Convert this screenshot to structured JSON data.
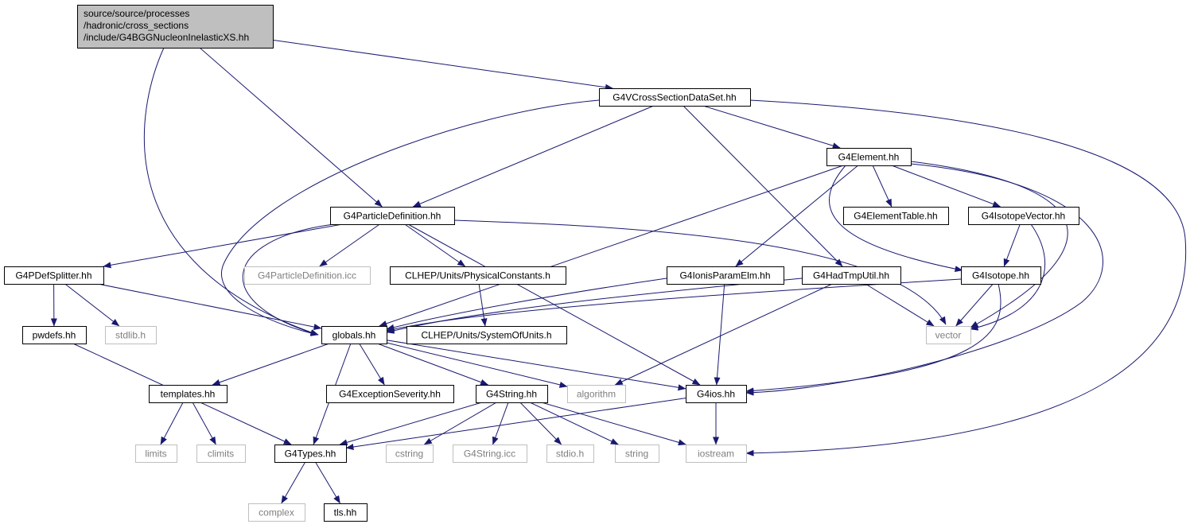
{
  "colors": {
    "edge": "#191970",
    "root_fill": "#bfbfbf",
    "box_fill": "#ffffff",
    "solid_border": "#000000",
    "system_border": "#bfbfbf",
    "system_text": "#7f7f7f",
    "text": "#000000"
  },
  "nodes": [
    {
      "id": "root",
      "lines": [
        "source/source/processes",
        "/hadronic/cross_sections",
        "/include/G4BGGNucleonInelasticXS.hh"
      ],
      "kind": "root"
    },
    {
      "id": "vcross",
      "lines": [
        "G4VCrossSectionDataSet.hh"
      ],
      "kind": "file"
    },
    {
      "id": "element",
      "lines": [
        "G4Element.hh"
      ],
      "kind": "file"
    },
    {
      "id": "partdef",
      "lines": [
        "G4ParticleDefinition.hh"
      ],
      "kind": "file"
    },
    {
      "id": "elemtable",
      "lines": [
        "G4ElementTable.hh"
      ],
      "kind": "file"
    },
    {
      "id": "isovec",
      "lines": [
        "G4IsotopeVector.hh"
      ],
      "kind": "file"
    },
    {
      "id": "pdefsplit",
      "lines": [
        "G4PDefSplitter.hh"
      ],
      "kind": "file"
    },
    {
      "id": "partdeficc",
      "lines": [
        "G4ParticleDefinition.icc"
      ],
      "kind": "system"
    },
    {
      "id": "physconst",
      "lines": [
        "CLHEP/Units/PhysicalConstants.h"
      ],
      "kind": "file"
    },
    {
      "id": "ionis",
      "lines": [
        "G4IonisParamElm.hh"
      ],
      "kind": "file"
    },
    {
      "id": "hadtmp",
      "lines": [
        "G4HadTmpUtil.hh"
      ],
      "kind": "file"
    },
    {
      "id": "isotope",
      "lines": [
        "G4Isotope.hh"
      ],
      "kind": "file"
    },
    {
      "id": "pwdefs",
      "lines": [
        "pwdefs.hh"
      ],
      "kind": "file"
    },
    {
      "id": "stdlib",
      "lines": [
        "stdlib.h"
      ],
      "kind": "system"
    },
    {
      "id": "globals",
      "lines": [
        "globals.hh"
      ],
      "kind": "file"
    },
    {
      "id": "sysunits",
      "lines": [
        "CLHEP/Units/SystemOfUnits.h"
      ],
      "kind": "file"
    },
    {
      "id": "vector",
      "lines": [
        "vector"
      ],
      "kind": "system"
    },
    {
      "id": "templates",
      "lines": [
        "templates.hh"
      ],
      "kind": "file"
    },
    {
      "id": "excsev",
      "lines": [
        "G4ExceptionSeverity.hh"
      ],
      "kind": "file"
    },
    {
      "id": "g4string",
      "lines": [
        "G4String.hh"
      ],
      "kind": "file"
    },
    {
      "id": "algorithm",
      "lines": [
        "algorithm"
      ],
      "kind": "system"
    },
    {
      "id": "g4ios",
      "lines": [
        "G4ios.hh"
      ],
      "kind": "file"
    },
    {
      "id": "limits",
      "lines": [
        "limits"
      ],
      "kind": "system"
    },
    {
      "id": "climits",
      "lines": [
        "climits"
      ],
      "kind": "system"
    },
    {
      "id": "g4types",
      "lines": [
        "G4Types.hh"
      ],
      "kind": "file"
    },
    {
      "id": "cstring",
      "lines": [
        "cstring"
      ],
      "kind": "system"
    },
    {
      "id": "g4stringicc",
      "lines": [
        "G4String.icc"
      ],
      "kind": "system"
    },
    {
      "id": "stdioh",
      "lines": [
        "stdio.h"
      ],
      "kind": "system"
    },
    {
      "id": "string",
      "lines": [
        "string"
      ],
      "kind": "system"
    },
    {
      "id": "iostream",
      "lines": [
        "iostream"
      ],
      "kind": "system"
    },
    {
      "id": "complex",
      "lines": [
        "complex"
      ],
      "kind": "system"
    },
    {
      "id": "tls",
      "lines": [
        "tls.hh"
      ],
      "kind": "file"
    }
  ],
  "edges": [
    [
      "root",
      "vcross"
    ],
    [
      "root",
      "partdef"
    ],
    [
      "root",
      "globals"
    ],
    [
      "vcross",
      "element"
    ],
    [
      "vcross",
      "partdef"
    ],
    [
      "vcross",
      "globals"
    ],
    [
      "vcross",
      "hadtmp"
    ],
    [
      "vcross",
      "iostream"
    ],
    [
      "element",
      "elemtable"
    ],
    [
      "element",
      "isovec"
    ],
    [
      "element",
      "ionis"
    ],
    [
      "element",
      "isotope"
    ],
    [
      "element",
      "globals"
    ],
    [
      "element",
      "vector"
    ],
    [
      "element",
      "g4ios"
    ],
    [
      "partdef",
      "pdefsplit"
    ],
    [
      "partdef",
      "partdeficc"
    ],
    [
      "partdef",
      "physconst"
    ],
    [
      "partdef",
      "globals"
    ],
    [
      "partdef",
      "vector"
    ],
    [
      "partdef",
      "g4ios"
    ],
    [
      "isovec",
      "isotope"
    ],
    [
      "isovec",
      "vector"
    ],
    [
      "pdefsplit",
      "pwdefs"
    ],
    [
      "pdefsplit",
      "stdlib"
    ],
    [
      "pdefsplit",
      "globals"
    ],
    [
      "physconst",
      "sysunits"
    ],
    [
      "ionis",
      "globals"
    ],
    [
      "ionis",
      "g4ios"
    ],
    [
      "hadtmp",
      "globals"
    ],
    [
      "hadtmp",
      "vector"
    ],
    [
      "hadtmp",
      "algorithm"
    ],
    [
      "isotope",
      "globals"
    ],
    [
      "isotope",
      "vector"
    ],
    [
      "isotope",
      "g4ios"
    ],
    [
      "pwdefs",
      "g4types"
    ],
    [
      "globals",
      "templates"
    ],
    [
      "globals",
      "excsev"
    ],
    [
      "globals",
      "g4string"
    ],
    [
      "globals",
      "algorithm"
    ],
    [
      "globals",
      "g4ios"
    ],
    [
      "globals",
      "g4types"
    ],
    [
      "templates",
      "limits"
    ],
    [
      "templates",
      "climits"
    ],
    [
      "g4string",
      "g4types"
    ],
    [
      "g4string",
      "cstring"
    ],
    [
      "g4string",
      "g4stringicc"
    ],
    [
      "g4string",
      "stdioh"
    ],
    [
      "g4string",
      "string"
    ],
    [
      "g4string",
      "iostream"
    ],
    [
      "g4ios",
      "g4types"
    ],
    [
      "g4ios",
      "iostream"
    ],
    [
      "g4types",
      "complex"
    ],
    [
      "g4types",
      "tls"
    ]
  ]
}
